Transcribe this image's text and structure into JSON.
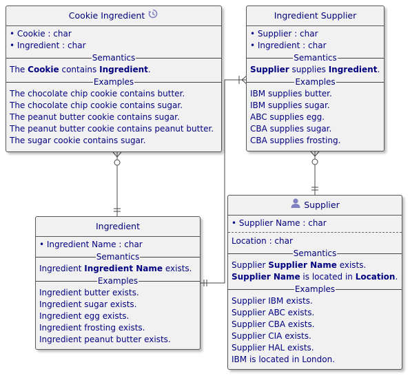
{
  "entities": {
    "cookie_ingredient": {
      "title": "Cookie Ingredient",
      "icon": "history-icon",
      "attributes": [
        "• Cookie : char",
        "• Ingredient : char"
      ],
      "semantics_label": "Semantics",
      "semantics": {
        "p1": "The ",
        "b1": "Cookie",
        "p2": " contains ",
        "b2": "Ingredient",
        "p3": "."
      },
      "examples_label": "Examples",
      "examples": [
        "The chocolate chip cookie contains butter.",
        "The chocolate chip cookie contains sugar.",
        "The peanut butter cookie contains sugar.",
        "The peanut butter cookie contains peanut butter.",
        "The sugar cookie contains sugar."
      ]
    },
    "ingredient_supplier": {
      "title": "Ingredient Supplier",
      "attributes": [
        "• Supplier : char",
        "• Ingredient : char"
      ],
      "semantics_label": "Semantics",
      "semantics": {
        "b1": "Supplier",
        "p1": " supplies ",
        "b2": "Ingredient",
        "p2": "."
      },
      "examples_label": "Examples",
      "examples": [
        "IBM supplies butter.",
        "IBM supplies sugar.",
        "ABC supplies egg.",
        "CBA supplies sugar.",
        "CBA supplies frosting."
      ]
    },
    "ingredient": {
      "title": "Ingredient",
      "attributes": [
        "• Ingredient Name : char"
      ],
      "semantics_label": "Semantics",
      "semantics": {
        "p1": "Ingredient ",
        "b1": "Ingredient Name",
        "p2": " exists."
      },
      "examples_label": "Examples",
      "examples": [
        "Ingredient butter exists.",
        "Ingredient sugar exists.",
        "Ingredient egg exists.",
        "Ingredient frosting exists.",
        "Ingredient peanut butter exists."
      ]
    },
    "supplier": {
      "title": "Supplier",
      "icon": "person-icon",
      "attributes": [
        "• Supplier Name : char"
      ],
      "other_attributes": [
        "Location : char"
      ],
      "semantics_label": "Semantics",
      "semantics": [
        {
          "p1": "Supplier ",
          "b1": "Supplier Name",
          "p2": " exists."
        },
        {
          "b1": "Supplier Name",
          "p1": " is located in ",
          "b2": "Location",
          "p2": "."
        }
      ],
      "examples_label": "Examples",
      "examples": [
        "Supplier IBM exists.",
        "Supplier ABC exists.",
        "Supplier CBA exists.",
        "Supplier CIA exists.",
        "Supplier HAL exists.",
        "IBM is located in London."
      ]
    }
  },
  "colors": {
    "text": "#000080",
    "box_fill": "#f1f1f1",
    "border": "#555555",
    "icon": "#8080c0"
  }
}
